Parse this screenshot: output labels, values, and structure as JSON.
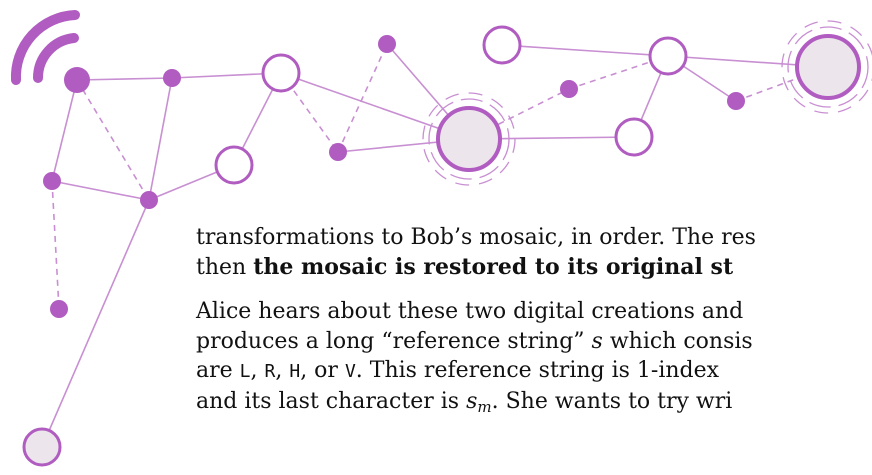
{
  "colors": {
    "accent": "#b05cc0",
    "accent_light": "#c88fd2",
    "node_fill": "#ece6ec"
  },
  "icons": {
    "signal": "wifi-signal-icon"
  },
  "paragraph1": {
    "line1": "transformations to Bob’s mosaic, in order. The res",
    "line2_pre": "then ",
    "line2_bold": "the mosaic is restored to its original st"
  },
  "paragraph2": {
    "line1": "Alice hears about these two digital creations and",
    "line2_pre": "produces a long “reference string” ",
    "line2_var": "s",
    "line2_post": " which consis",
    "line3_pre": "are ",
    "line3_L": "L",
    "line3_sep1": ", ",
    "line3_R": "R",
    "line3_sep2": ", ",
    "line3_H": "H",
    "line3_sep3": ", or ",
    "line3_V": "V",
    "line3_post": ". This reference string is 1-index",
    "line4_pre": "and its last character is ",
    "line4_var": "s",
    "line4_sub": "m",
    "line4_post": ". She wants to try wri"
  }
}
